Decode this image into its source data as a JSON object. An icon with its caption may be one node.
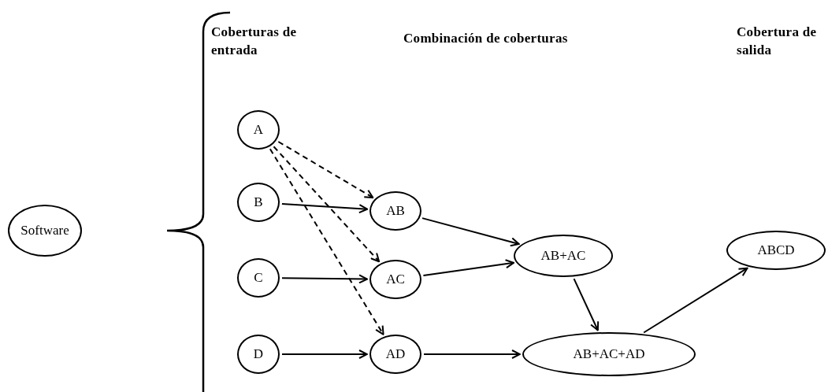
{
  "diagram": {
    "nodes": [
      {
        "text": [
          "Software"
        ]
      },
      {
        "text": [
          "A"
        ]
      },
      {
        "text": [
          "B"
        ]
      },
      {
        "text": [
          "C"
        ]
      },
      {
        "text": [
          "D"
        ]
      },
      {
        "text": [
          "AB"
        ]
      },
      {
        "text": [
          "AC"
        ]
      },
      {
        "text": [
          "AD"
        ]
      },
      {
        "text": [
          "AB+AC"
        ]
      },
      {
        "text": [
          "ABCD"
        ]
      },
      {
        "text": [
          "AB+AC+AD"
        ]
      }
    ],
    "edges": [
      {
        "from": 1,
        "to": 5,
        "arrow": "to",
        "style": "dashed"
      },
      {
        "from": 1,
        "to": 6,
        "arrow": "to",
        "style": "dashed"
      },
      {
        "from": 1,
        "to": 7,
        "arrow": "to",
        "style": "dashed"
      },
      {
        "from": 2,
        "to": 5,
        "arrow": "to"
      },
      {
        "from": 3,
        "to": 6,
        "arrow": "to"
      },
      {
        "from": 4,
        "to": 7,
        "arrow": "to"
      },
      {
        "from": 5,
        "to": 8,
        "arrow": "to"
      },
      {
        "from": 6,
        "to": 8,
        "arrow": "to"
      },
      {
        "from": 8,
        "to": 10,
        "arrow": "to"
      },
      {
        "from": 7,
        "to": 10,
        "arrow": "to"
      },
      {
        "from": 10,
        "to": 9,
        "arrow": "to"
      }
    ],
    "labels": [
      "Coberturas de entrada",
      "Combinación de coberturas",
      "Cobertura de salida"
    ]
  }
}
